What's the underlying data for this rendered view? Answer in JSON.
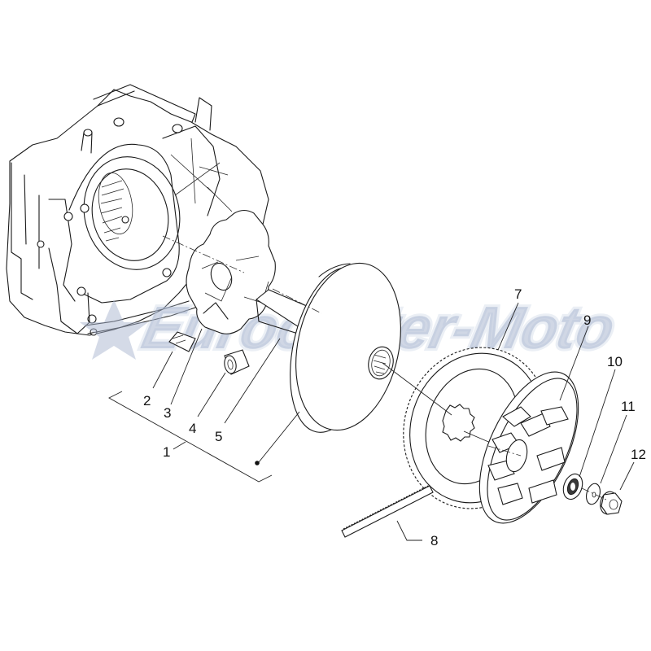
{
  "diagram": {
    "type": "exploded-parts-view",
    "subject": "Scooter driving pulley / variator assembly with crankcase",
    "watermark": {
      "text": "Eurocenter-Moto",
      "symbol": "star",
      "color": "#a9b6cf"
    },
    "line_color": "#1a1a1a",
    "background": "#ffffff",
    "callouts": [
      {
        "id": "1",
        "label": "1",
        "part": "driving-pulley-assembly",
        "group_bracket": true
      },
      {
        "id": "2",
        "label": "2",
        "part": "slider-block"
      },
      {
        "id": "3",
        "label": "3",
        "part": "roller-guide-plate"
      },
      {
        "id": "4",
        "label": "4",
        "part": "roller-weight"
      },
      {
        "id": "5",
        "label": "5",
        "part": "bushing-sleeve"
      },
      {
        "id": "7",
        "label": "7",
        "part": "starter-gear-ring"
      },
      {
        "id": "8",
        "label": "8",
        "part": "drive-belt"
      },
      {
        "id": "9",
        "label": "9",
        "part": "fixed-half-pulley-fan"
      },
      {
        "id": "10",
        "label": "10",
        "part": "one-way-clutch-bearing"
      },
      {
        "id": "11",
        "label": "11",
        "part": "washer"
      },
      {
        "id": "12",
        "label": "12",
        "part": "flange-nut"
      }
    ]
  }
}
